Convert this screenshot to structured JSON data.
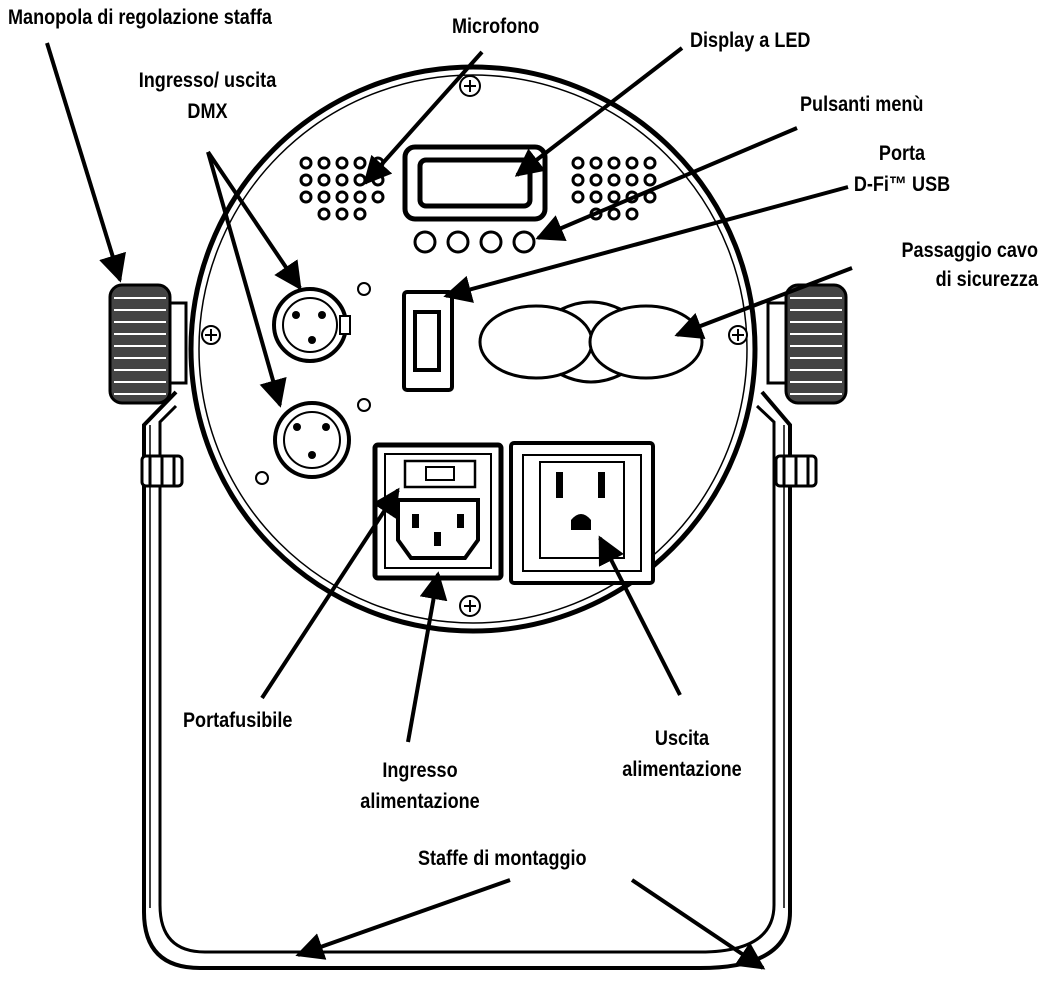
{
  "labels": {
    "manopola": "Manopola di regolazione staffa",
    "microfono": "Microfono",
    "display": "Display a LED",
    "dmx_line1": "Ingresso/ uscita",
    "dmx_line2": "DMX",
    "pulsanti": "Pulsanti menù",
    "porta_line1": "Porta",
    "porta_line2": "D-Fi™ USB",
    "passaggio_line1": "Passaggio cavo",
    "passaggio_line2": "di sicurezza",
    "portafusibile": "Portafusibile",
    "ingresso_line1": "Ingresso",
    "ingresso_line2": "alimentazione",
    "uscita_line1": "Uscita",
    "uscita_line2": "alimentazione",
    "staffe": "Staffe di montaggio"
  }
}
